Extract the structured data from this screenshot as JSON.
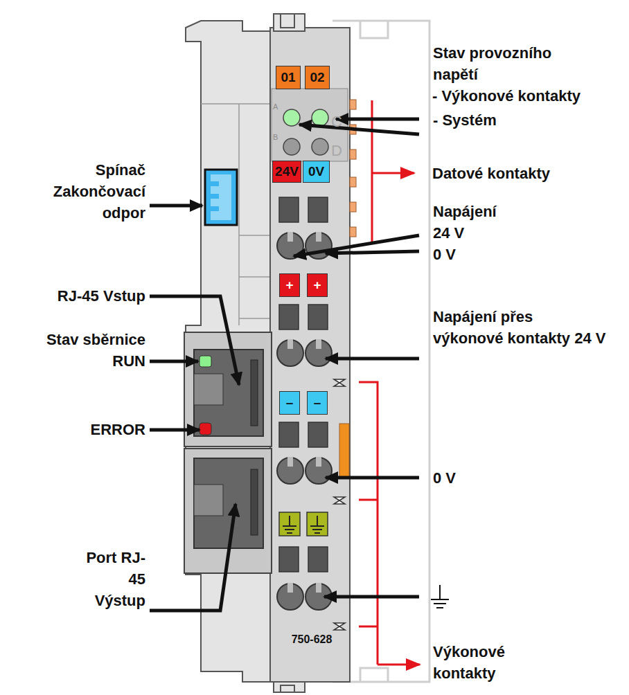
{
  "diagram": {
    "nodes": [
      {
        "text": [
          "01"
        ]
      },
      {
        "text": [
          "02"
        ]
      },
      {
        "text": [
          "24V"
        ]
      },
      {
        "text": [
          "0V"
        ]
      },
      {
        "text": [
          "+"
        ]
      },
      {
        "text": [
          "+"
        ]
      },
      {
        "text": [
          "–"
        ]
      },
      {
        "text": [
          "–"
        ]
      }
    ],
    "labels": [
      "Stav provozního napětí",
      "- Výkonové kontakty",
      "- Systém",
      "Datové kontakty",
      "Napájení",
      "24 V",
      "0 V",
      "Napájení přes výkonové kontakty 24 V",
      "0 V",
      "Výkonové kontakty",
      "Spínač Zakončovací odpor",
      "RJ-45 Vstup",
      "Stav sběrnice RUN",
      "ERROR",
      "Port RJ-45 Výstup",
      "750-628",
      "A",
      "B",
      "C",
      "D"
    ]
  }
}
